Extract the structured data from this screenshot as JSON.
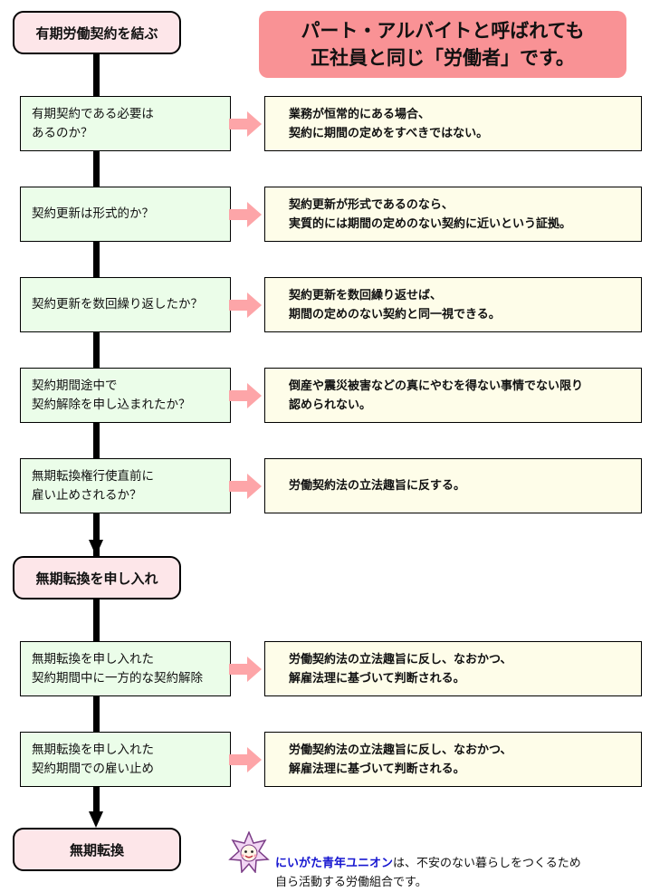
{
  "top_node": "有期労働契約を結ぶ",
  "headline": "パート・アルバイトと呼ばれても\n正社員と同じ「労働者」です。",
  "steps_a": [
    {
      "q": "有期契約である必要は\nあるのか？",
      "a": "業務が恒常的にある場合、\n契約に期間の定めをすべきではない。"
    },
    {
      "q": "契約更新は形式的か？",
      "a": "契約更新が形式であるのなら、\n実質的には期間の定めのない契約に近いという証拠。"
    },
    {
      "q": "契約更新を数回繰り返したか？",
      "a": "契約更新を数回繰り返せば、\n期間の定めのない契約と同一視できる。"
    },
    {
      "q": "契約期間途中で\n契約解除を申し込まれたか？",
      "a": "倒産や震災被害などの真にやむを得ない事情でない限り\n認められない。"
    },
    {
      "q": "無期転換権行使直前に\n雇い止めされるか？",
      "a": "労働契約法の立法趣旨に反する。"
    }
  ],
  "middle_node": "無期転換を申し入れ",
  "steps_b": [
    {
      "q": "無期転換を申し入れた\n契約期間中に一方的な契約解除",
      "a": "労働契約法の立法趣旨に反し、なおかつ、\n解雇法理に基づいて判断される。"
    },
    {
      "q": "無期転換を申し入れた\n契約期間での雇い止め",
      "a": "労働契約法の立法趣旨に反し、なおかつ、\n解雇法理に基づいて判断される。"
    }
  ],
  "bottom_node": "無期転換",
  "footer": {
    "org_name": "にいがた青年ユニオン",
    "text": "は、不安のない暮らしをつくるため\n自ら活動する労働組合です。"
  },
  "colors": {
    "node_fill": "#fde6e9",
    "headline_fill": "#f99295",
    "question_fill": "#ebfde9",
    "answer_fill": "#fefde9",
    "connector_arrow": "#fda5a8",
    "org_name": "#1515d0"
  },
  "icons": {
    "connector": "right-arrow-icon",
    "mascot": "star-mascot-icon"
  }
}
